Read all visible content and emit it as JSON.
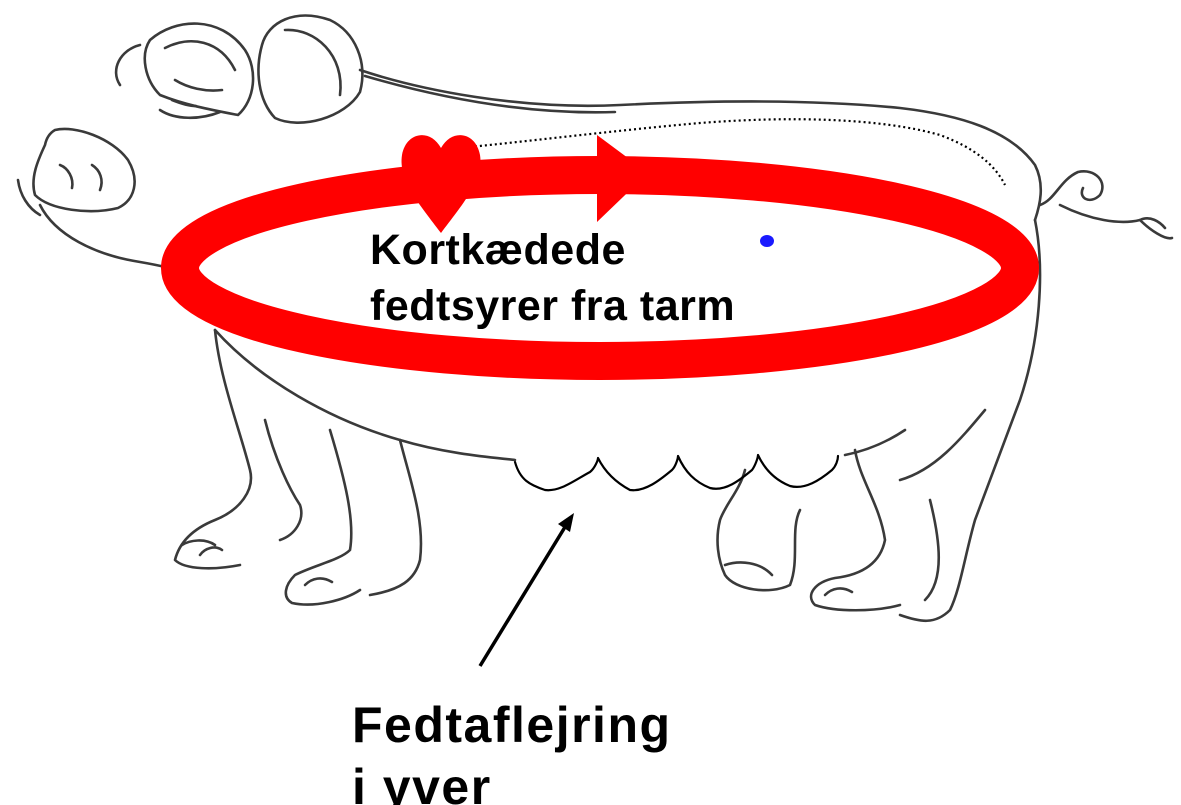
{
  "diagram": {
    "inner_label": {
      "line1": "Kortkædede",
      "line2": "fedtsyrer fra tarm"
    },
    "bottom_label": {
      "line1": "Fedtaflejring",
      "line2": "i yver"
    },
    "colors": {
      "circulation_ring": "#ff0000",
      "outline": "#3a3a3a",
      "dot": "#1a1aff",
      "arrow": "#000000"
    },
    "icons": [
      "pig-outline-drawing",
      "heart-icon",
      "flow-arrow-icon",
      "blue-dot"
    ]
  }
}
